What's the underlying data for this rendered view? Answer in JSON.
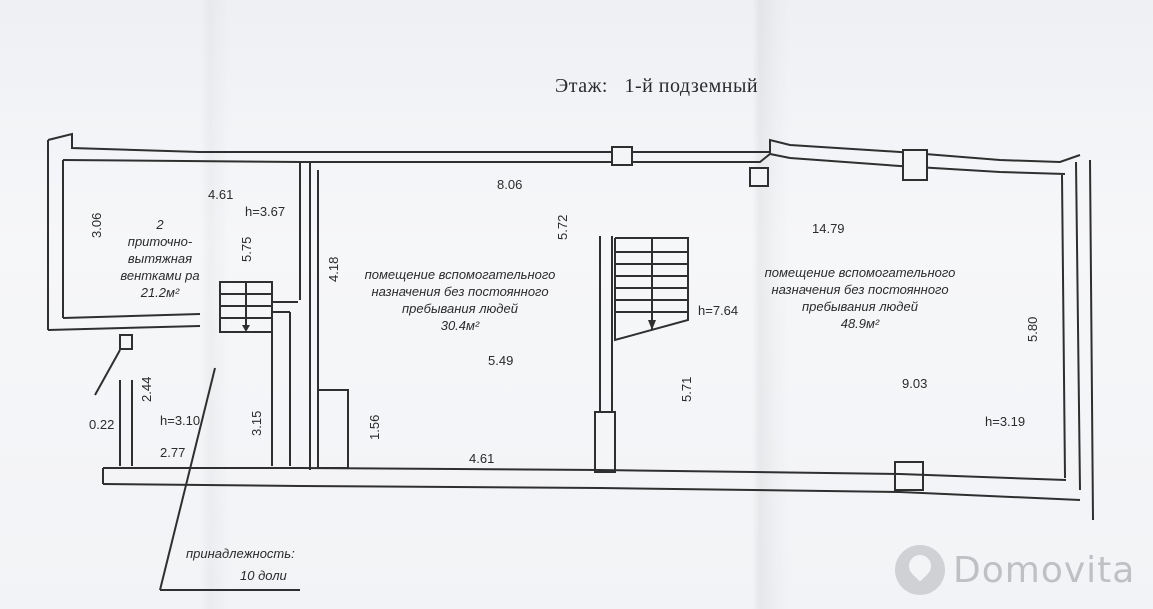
{
  "title": "Этаж:   1-й подземный",
  "rooms": {
    "vent": {
      "number": "2",
      "line1": "приточно-",
      "line2": "вытяжная",
      "line3": "вентками ра",
      "area": "21.2м²"
    },
    "aux1": {
      "line1": "помещение вспомогательного",
      "line2": "назначения без постоянного",
      "line3": "пребывания людей",
      "area": "30.4м²"
    },
    "aux2": {
      "line1": "помещение вспомогательного",
      "line2": "назначения без постоянного",
      "line3": "пребывания людей",
      "area": "48.9м²"
    }
  },
  "dimensions": {
    "d306": "3.06",
    "d461top": "4.61",
    "h367": "h=3.67",
    "d575": "5.75",
    "d806": "8.06",
    "d572": "5.72",
    "d418": "4.18",
    "d1479": "14.79",
    "h764": "h=7.64",
    "d549": "5.49",
    "d571": "5.71",
    "d580": "5.80",
    "d903": "9.03",
    "h319": "h=3.19",
    "d244": "2.44",
    "d022": "0.22",
    "h310": "h=3.10",
    "d315": "3.15",
    "d156": "1.56",
    "d277": "2.77",
    "d461bottom": "4.61"
  },
  "belonging": {
    "line1": "принадлежность:",
    "line2": "10 доли"
  },
  "watermark": {
    "text": "Domovita"
  }
}
